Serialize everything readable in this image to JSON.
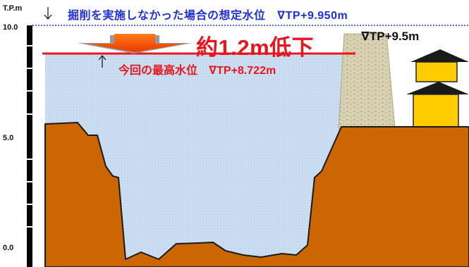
{
  "axis": {
    "unit_label": "T.P.m",
    "ticks": [
      "10.0",
      "5.0",
      "0.0"
    ]
  },
  "annotations": {
    "no_excavation_level": "掘削を実施しなかった場合の想定水位　∇TP+9.950m",
    "reduction": "約1.2m低下",
    "current_max_level": "今回の最高水位　∇TP+8.722m",
    "dam_level": "∇TP+9.5m"
  },
  "colors": {
    "water": "#c8dcf0",
    "terrain": "#cc6600",
    "dam": "#d8d0b0",
    "castle_wall": "#ffcc00",
    "castle_roof": "#1a1a1a",
    "hypothetical_line": "#1a30e0",
    "actual_line": "#e8141e",
    "arrow": "#ff5500"
  }
}
